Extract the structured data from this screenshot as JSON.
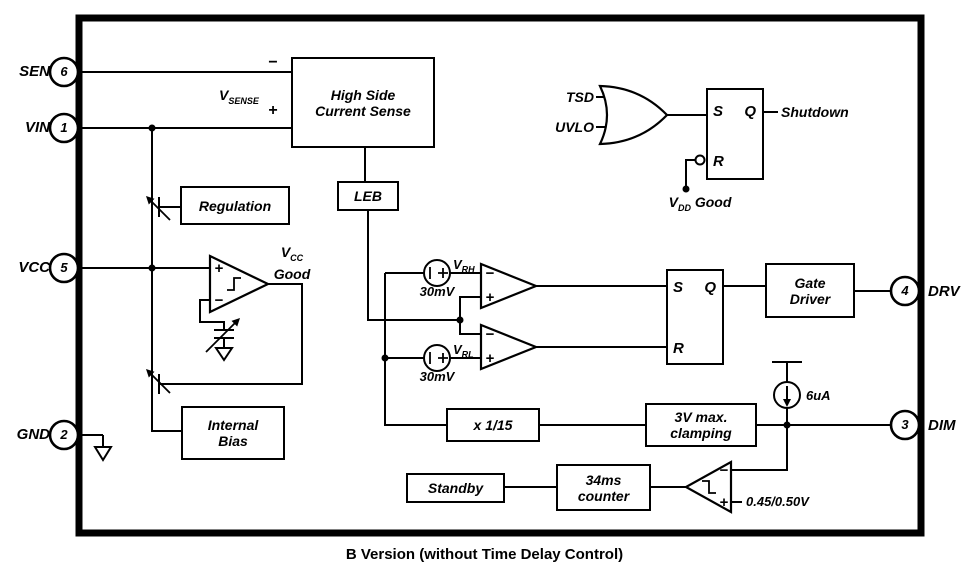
{
  "caption": "B Version (without Time Delay Control)",
  "pins": {
    "sen": {
      "label": "SEN",
      "number": "6"
    },
    "vin": {
      "label": "VIN",
      "number": "1"
    },
    "vcc": {
      "label": "VCC",
      "number": "5"
    },
    "gnd": {
      "label": "GND",
      "number": "2"
    },
    "drv": {
      "label": "DRV",
      "number": "4"
    },
    "dim": {
      "label": "DIM",
      "number": "3"
    }
  },
  "blocks": {
    "high_side": {
      "line1": "High Side",
      "line2": "Current Sense"
    },
    "leb": {
      "line1": "LEB"
    },
    "regulation": {
      "line1": "Regulation"
    },
    "internal_bias": {
      "line1": "Internal",
      "line2": "Bias"
    },
    "gate_driver": {
      "line1": "Gate",
      "line2": "Driver"
    },
    "clamping": {
      "line1": "3V max.",
      "line2": "clamping"
    },
    "divider": {
      "line1": "x 1/15"
    },
    "counter": {
      "line1": "34ms",
      "line2": "counter"
    },
    "standby": {
      "line1": "Standby"
    }
  },
  "latch": {
    "s": "S",
    "q": "Q",
    "r": "R"
  },
  "signals": {
    "tsd": "TSD",
    "uvlo": "UVLO",
    "shutdown": "Shutdown",
    "vdd_good": {
      "base": "V",
      "sub": "DD",
      "rest": " Good"
    },
    "vcc_good": {
      "base": "V",
      "sub": "CC",
      "line2": "Good"
    },
    "vsense": {
      "base": "V",
      "sub": "SENSE"
    },
    "vrh": {
      "base": "V",
      "sub": "RH",
      "value": "30mV"
    },
    "vrl": {
      "base": "V",
      "sub": "RL",
      "value": "30mV"
    },
    "bias_current": "6uA",
    "standby_ref": "0.45/0.50V"
  },
  "signs": {
    "plus": "+",
    "minus": "−"
  }
}
